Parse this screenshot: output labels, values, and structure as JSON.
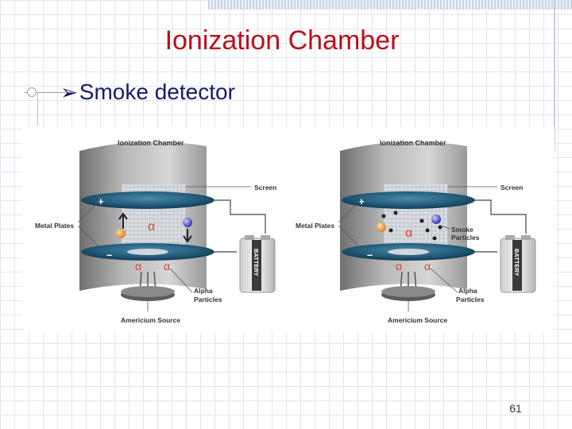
{
  "slide": {
    "title": "Ionization Chamber",
    "bullet": "Smoke detector",
    "page_number": "61"
  },
  "diagram": {
    "panels": [
      {
        "header": "Ionization Chamber",
        "screen": "Screen",
        "metal_plates": "Metal Plates",
        "battery": "BATTERY",
        "alpha_particles_1": "Alpha",
        "alpha_particles_2": "Particles",
        "source": "Americium Source",
        "alpha_symbol": "α",
        "plus": "+",
        "minus": "–"
      },
      {
        "header": "Ionization Chamber",
        "screen": "Screen",
        "metal_plates": "Metal Plates",
        "battery": "BATTERY",
        "smoke_1": "Smoke",
        "smoke_2": "Particles",
        "alpha_particles_1": "Alpha",
        "alpha_particles_2": "Particles",
        "source": "Americium Source",
        "alpha_symbol": "α",
        "plus": "+",
        "minus": "–"
      }
    ],
    "colors": {
      "title_red": "#b8101b",
      "bullet_navy": "#1a1a66",
      "plate_teal": "#1d5a78",
      "chamber_gray": "#8e8e8e"
    }
  }
}
